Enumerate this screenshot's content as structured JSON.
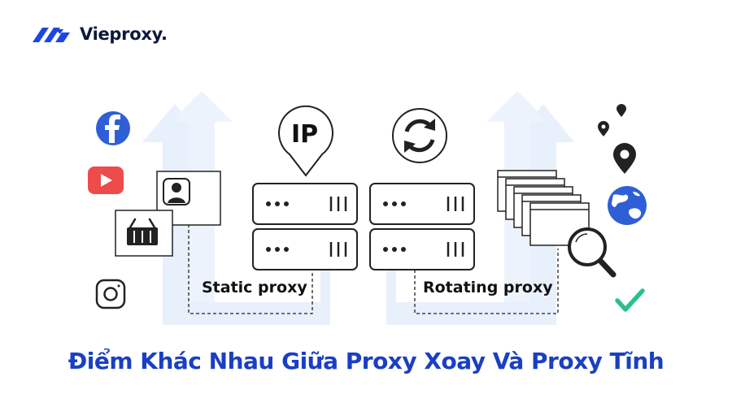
{
  "brand": {
    "name": "Vieproxy.",
    "color": "#1b46e0"
  },
  "diagram": {
    "static_label": "Static proxy",
    "rotating_label": "Rotating proxy",
    "ip_badge_text": "IP"
  },
  "headline": {
    "text": "Điểm Khác Nhau Giữa Proxy Xoay Và Proxy Tĩnh",
    "color": "#1a3fc4"
  },
  "icons": {
    "left": [
      "facebook-icon",
      "youtube-icon",
      "profile-card-icon",
      "shopping-basket-icon",
      "instagram-icon"
    ],
    "right": [
      "location-pin-icon",
      "globe-icon",
      "magnifier-icon",
      "checkmark-icon"
    ],
    "center": [
      "ip-pin-icon",
      "rotate-arrows-icon",
      "server-icon"
    ]
  }
}
